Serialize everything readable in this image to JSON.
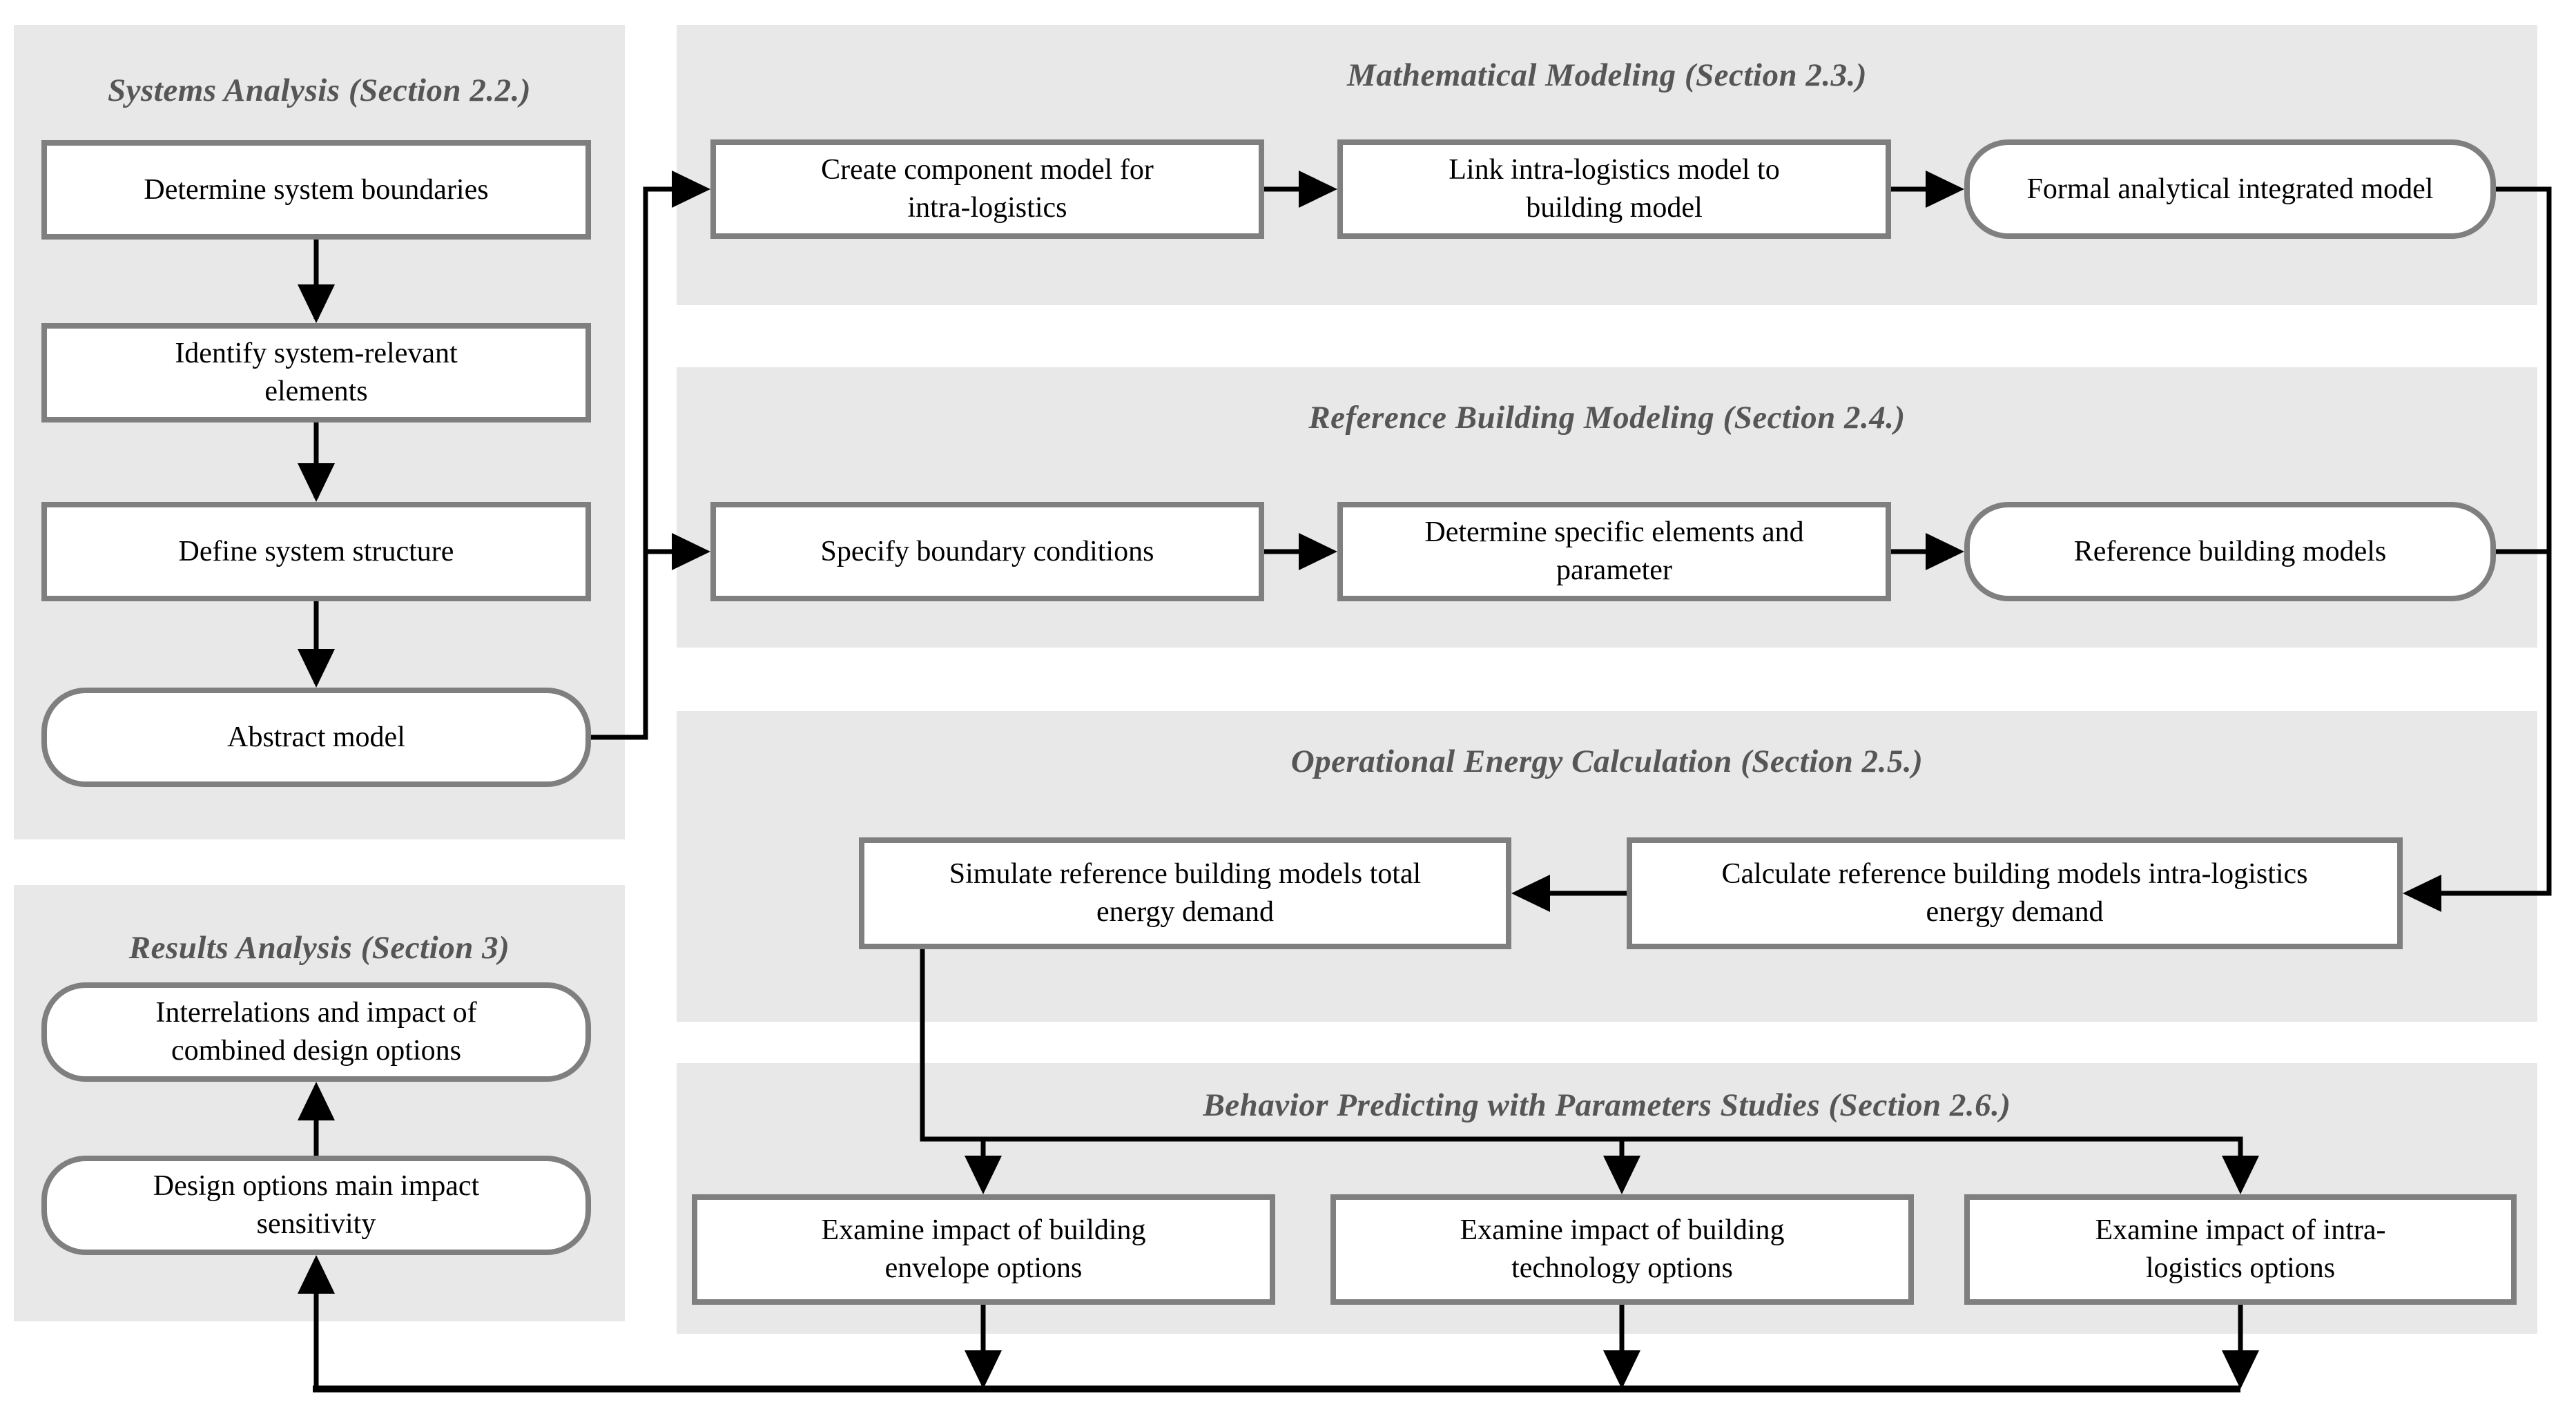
{
  "diagram_type": "methodology-flowchart",
  "colors": {
    "panel_bg": "#e8e8e8",
    "box_bg": "#ffffff",
    "box_border": "#7f7f7f",
    "title": "#565656",
    "arrow": "#000000"
  },
  "panels": {
    "systems": {
      "title": "Systems Analysis (Section 2.2.)",
      "boxes": [
        "Determine system boundaries",
        "Identify system-relevant elements",
        "Define system structure",
        "Abstract model"
      ]
    },
    "math": {
      "title": "Mathematical Modeling (Section 2.3.)",
      "boxes": [
        "Create component model for intra-logistics",
        "Link intra-logistics model to building model",
        "Formal analytical integrated model"
      ]
    },
    "reference": {
      "title": "Reference Building Modeling (Section 2.4.)",
      "boxes": [
        "Specify boundary conditions",
        "Determine specific elements and parameter",
        "Reference building models"
      ]
    },
    "energy": {
      "title": "Operational Energy Calculation (Section 2.5.)",
      "boxes": [
        "Simulate reference building models total energy demand",
        "Calculate reference building models intra-logistics energy demand"
      ]
    },
    "behavior": {
      "title": "Behavior Predicting with Parameters Studies (Section 2.6.)",
      "boxes": [
        "Examine impact of building envelope options",
        "Examine impact of building technology options",
        "Examine impact of intra-logistics options"
      ]
    },
    "results": {
      "title": "Results Analysis (Section 3)",
      "boxes": [
        "Interrelations and impact of combined design options",
        "Design options main impact sensitivity"
      ]
    }
  }
}
